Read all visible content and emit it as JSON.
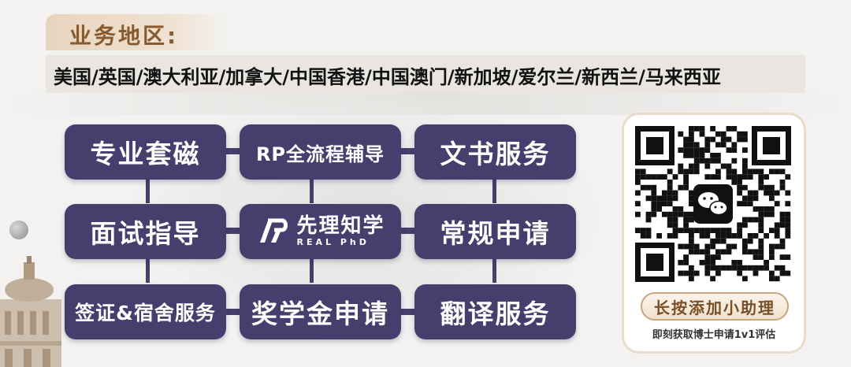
{
  "region": {
    "title": "业务地区:",
    "list": "美国/英国/澳大利亚/加拿大/中国香港/中国澳门/新加坡/爱尔兰/新西兰/马来西亚"
  },
  "services": {
    "row1": [
      "专业套磁",
      "RP全流程辅导",
      "文书服务"
    ],
    "row2_left": "面试指导",
    "row2_right": "常规申请",
    "row3": [
      "签证&宿舍服务",
      "奖学金申请",
      "翻译服务"
    ]
  },
  "logo": {
    "cn": "先理知学",
    "en": "REAL PhD"
  },
  "qr": {
    "badge": "长按添加小助理",
    "caption": "即刻获取博士申请1v1评估",
    "icon": "wechat-icon"
  },
  "colors": {
    "tile": "#463e6d",
    "accent": "#8a5a2f",
    "badge_text": "#7a4f28"
  }
}
